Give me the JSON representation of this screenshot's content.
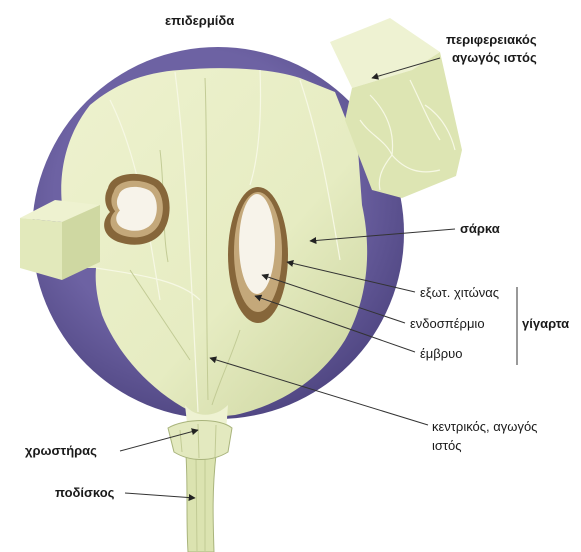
{
  "labels": {
    "epidermis": "επιδερμίδα",
    "peripheral_line1": "περιφερειακός",
    "peripheral_line2": "αγωγός ιστός",
    "flesh": "σάρκα",
    "outer_coat": "εξωτ. χιτώνας",
    "endosperm": "ενδοσπέρμιο",
    "seeds": "γίγαρτα",
    "embryo": "έμβρυο",
    "central_line1": "κεντρικός, αγωγός",
    "central_line2": "ιστός",
    "brush": "χρωστήρας",
    "pedicel": "ποδίσκος"
  },
  "colors": {
    "skin": "#6d62a3",
    "skin_dark": "#4c437e",
    "flesh": "#e6ecc2",
    "flesh_shadow": "#c9d29b",
    "seed_coat": "#86663a",
    "seed_endosperm": "#c4a87a",
    "seed_core": "#f7f3ea",
    "leader": "#333333"
  }
}
